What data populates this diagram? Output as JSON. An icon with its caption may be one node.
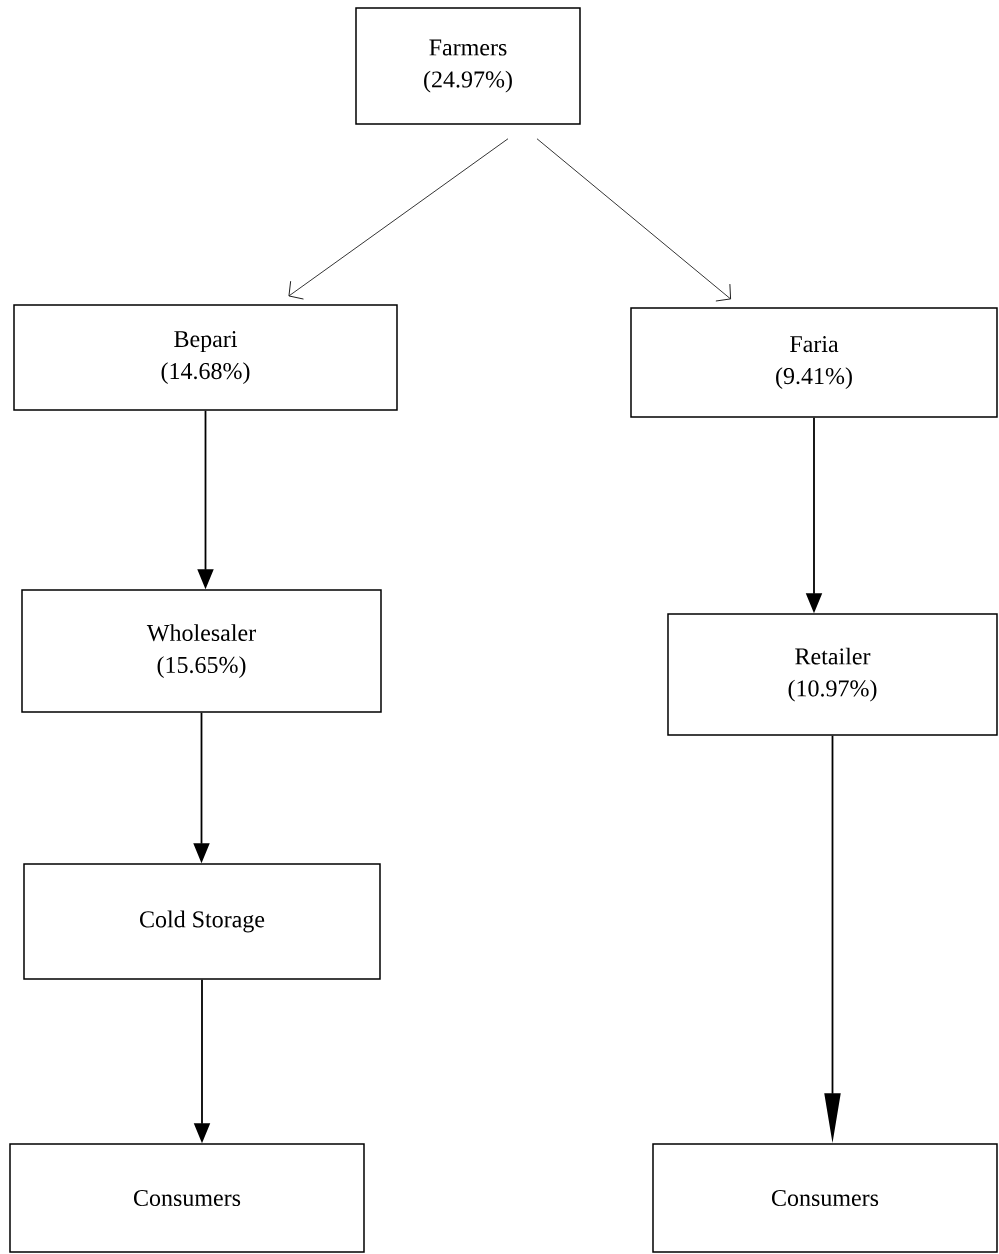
{
  "diagram": {
    "nodes": [
      {
        "text": [
          "Farmers",
          "(24.97%)"
        ]
      },
      {
        "text": [
          "Bepari",
          "(14.68%)"
        ]
      },
      {
        "text": [
          "Faria",
          "(9.41%)"
        ]
      },
      {
        "text": [
          "Wholesaler",
          "(15.65%)"
        ]
      },
      {
        "text": [
          "Retailer",
          "(10.97%)"
        ]
      },
      {
        "text": [
          "Cold Storage"
        ]
      },
      {
        "text": [
          "Consumers"
        ]
      },
      {
        "text": [
          "Consumers"
        ]
      }
    ],
    "edges": [
      {
        "from": 0,
        "to": 1,
        "arrow": "to"
      },
      {
        "from": 0,
        "to": 2,
        "arrow": "to"
      },
      {
        "from": 1,
        "to": 3,
        "arrow": "to"
      },
      {
        "from": 2,
        "to": 4,
        "arrow": "to"
      },
      {
        "from": 3,
        "to": 5,
        "arrow": "to"
      },
      {
        "from": 5,
        "to": 6,
        "arrow": "to"
      },
      {
        "from": 4,
        "to": 7,
        "arrow": "to"
      }
    ]
  }
}
